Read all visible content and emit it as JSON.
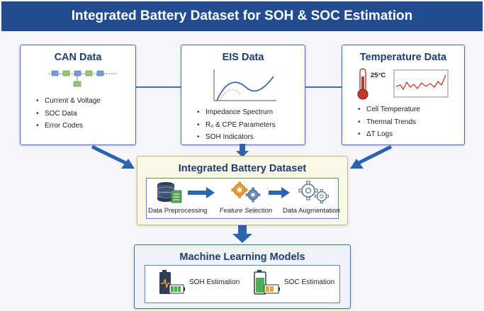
{
  "header": {
    "title": "Integrated Battery Dataset for SOH & SOC Estimation"
  },
  "sources": [
    {
      "title": "CAN Data",
      "items": [
        "Current & Voltage",
        "SOC Data",
        "Error Codes"
      ],
      "icon": "can-bus-network-icon"
    },
    {
      "title": "EIS Data",
      "items": [
        "Impedance Spectrum",
        "R₀ & CPE Parameters",
        "SOH Indicators"
      ],
      "icon": "impedance-plot-icon"
    },
    {
      "title": "Temperature Data",
      "items": [
        "Cell Temperature",
        "Thermal Trends",
        "ΔT Logs"
      ],
      "icon": "thermometer-icon",
      "temp_label": "25°C"
    }
  ],
  "integrated": {
    "title": "Integrated Battery Dataset",
    "steps": [
      "Data Preprocessing",
      "Feature Selection",
      "Data Augmentation"
    ]
  },
  "ml": {
    "title": "Machine Learning Models",
    "items": [
      "SOH Estimation",
      "SOC Estimation"
    ]
  },
  "colors": {
    "banner": "#234c8f",
    "border": "#3e6fb5",
    "arrow": "#2e63b0",
    "integrated_bg": "#fbf7e7"
  }
}
